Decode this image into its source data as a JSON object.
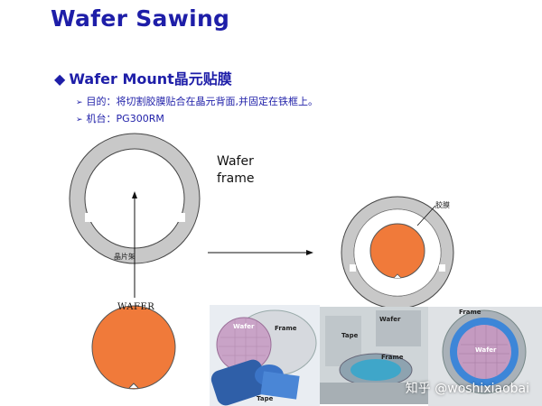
{
  "title": "Wafer Sawing",
  "subtitle": "Wafer Mount晶元贴膜",
  "bullets": [
    {
      "text": "目的：将切割胶膜贴合在晶元背面,并固定在铁框上。"
    },
    {
      "text": "机台：PG300RM"
    }
  ],
  "labels": {
    "frame": "Wafer frame",
    "holder": "晶片架",
    "wafer": "WAFER",
    "film": "胶膜"
  },
  "photos": [
    {
      "labels": [
        "Wafer",
        "Frame",
        "Tape"
      ]
    },
    {
      "labels": [
        "Wafer",
        "Tape",
        "Frame"
      ]
    },
    {
      "labels": [
        "Frame",
        "Wafer"
      ]
    }
  ],
  "watermark": "知乎 @woshixiaobai",
  "colors": {
    "title": "#1e1ea8",
    "ring": "#c8c8c8",
    "wafer": "#f07a3a"
  }
}
